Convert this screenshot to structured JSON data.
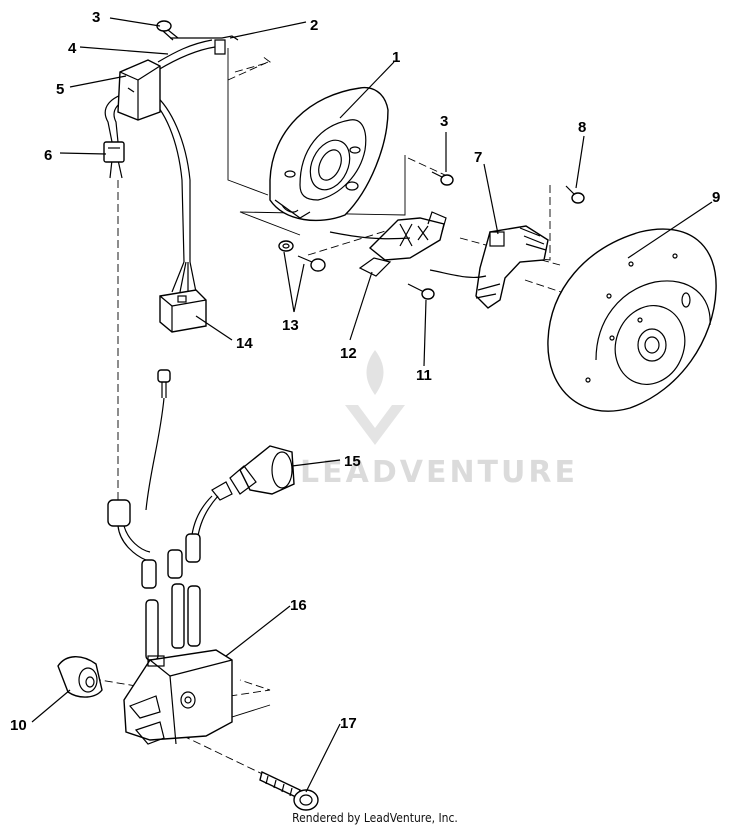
{
  "callouts": [
    "1",
    "2",
    "3",
    "3",
    "4",
    "5",
    "6",
    "7",
    "8",
    "9",
    "10",
    "11",
    "12",
    "13",
    "14",
    "15",
    "16",
    "17"
  ],
  "watermark": {
    "brand": "LEADVENTURE"
  },
  "footer": {
    "credit": "Rendered by LeadVenture, Inc."
  },
  "parts": [
    {
      "icon": "bolt-icon"
    },
    {
      "icon": "stator-plate-icon"
    },
    {
      "icon": "flywheel-icon"
    },
    {
      "icon": "ignition-coil-icon"
    },
    {
      "icon": "spark-plug-cap-icon"
    },
    {
      "icon": "connector-icon"
    },
    {
      "icon": "grommet-icon"
    }
  ]
}
